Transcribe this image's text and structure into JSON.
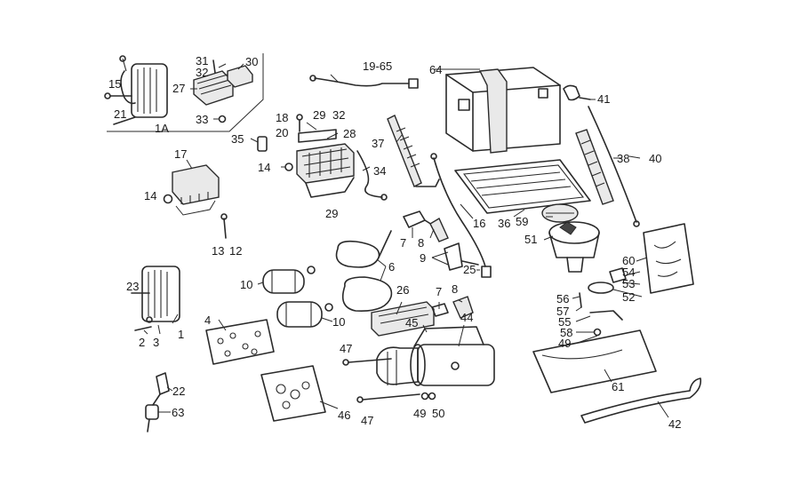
{
  "diagram": {
    "background": "#ffffff",
    "ink": "#2a2a2a",
    "callouts": {
      "c1A": "1A",
      "c15": "15",
      "c21": "21",
      "c31": "31",
      "c32a": "32",
      "c30": "30",
      "c27": "27",
      "c33": "33",
      "c19_65": "19-65",
      "c64": "64",
      "c41": "41",
      "c18": "18",
      "c29a": "29",
      "c32b": "32",
      "c20": "20",
      "c28": "28",
      "c35": "35",
      "c14a": "14",
      "c37": "37",
      "c34": "34",
      "c29b": "29",
      "c17": "17",
      "c14b": "14",
      "c13": "13",
      "c12": "12",
      "c16": "16",
      "c36": "36",
      "c59": "59",
      "c38": "38",
      "c40": "40",
      "c7a": "7",
      "c8a": "8",
      "c51": "51",
      "c9": "9",
      "c25": "25",
      "c6": "6",
      "c60": "60",
      "c54": "54",
      "c53": "53",
      "c52": "52",
      "c10a": "10",
      "c23": "23",
      "c26": "26",
      "c7b": "7",
      "c8b": "8",
      "c56": "56",
      "c57": "57",
      "c55": "55",
      "c58": "58",
      "c49a": "49",
      "c4": "4",
      "c10b": "10",
      "c45": "45",
      "c44": "44",
      "c2": "2",
      "c3": "3",
      "c1": "1",
      "c47a": "47",
      "c61": "61",
      "c22": "22",
      "c46": "46",
      "c63": "63",
      "c47b": "47",
      "c49b": "49",
      "c50": "50",
      "c42": "42"
    }
  }
}
